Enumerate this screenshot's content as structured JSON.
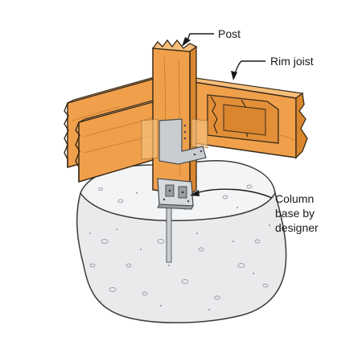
{
  "labels": {
    "post": "Post",
    "rim_joist": "Rim joist",
    "column_base": [
      "Column",
      "base by",
      "designer"
    ]
  },
  "colors": {
    "wood": "#f0a04b",
    "wood_dark": "#d9862f",
    "wood_light": "#f6be7a",
    "wood_line": "#3a2a1a",
    "concrete": "#e9eaec",
    "concrete_top": "#f2f3f4",
    "metal": "#c9ccd0",
    "metal_dark": "#9a9ea3",
    "anchor": "#b5b9be"
  }
}
